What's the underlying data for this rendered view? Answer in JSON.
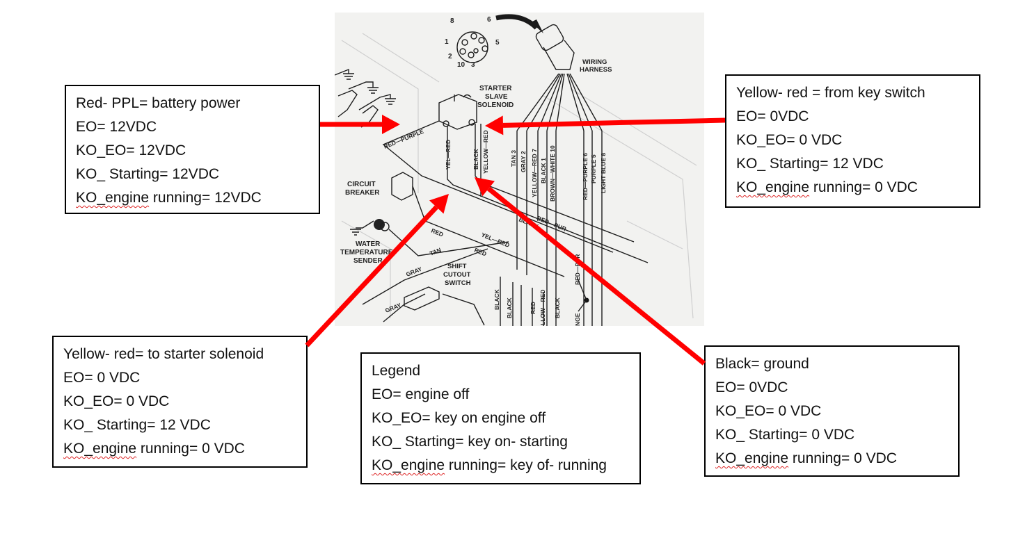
{
  "diagram": {
    "title": "Starter slave solenoid wiring diagram",
    "component_labels": {
      "starter_slave_solenoid": [
        "STARTER",
        "SLAVE",
        "SOLENOID"
      ],
      "wiring_harness": [
        "WIRING",
        "HARNESS"
      ],
      "circuit_breaker": [
        "CIRCUIT",
        "BREAKER"
      ],
      "water_temperature_sender": [
        "WATER",
        "TEMPERATURE",
        "SENDER"
      ],
      "shift_cutout_switch": [
        "SHIFT",
        "CUTOUT",
        "SWITCH"
      ]
    },
    "connector_pins": [
      "8",
      "6",
      "1",
      "5",
      "2",
      "10",
      "3"
    ],
    "wire_labels": {
      "red_purple": "RED—PURPLE",
      "yel_red": "YEL—RED",
      "black": "BLACK",
      "yellow_red": "YELLOW—RED",
      "tan_3": "TAN 3",
      "gray_2": "GRAY 2",
      "yellow_red_7": "YELLOW—RED 7",
      "black_1": "BLACK 1",
      "brown_white_10": "BROWN—WHITE 10",
      "red_purple_6": "RED—PURPLE 6",
      "purple_5": "PURPLE 5",
      "light_blue_8": "LIGHT BLUE 8",
      "red": "RED",
      "tan": "TAN",
      "gray": "GRAY",
      "red_pur": "RED—PUR",
      "black_diag": "BLACK",
      "yel_red_diag": "YEL—RED",
      "red_diag": "RED",
      "bottom_black_1": "BLACK",
      "bottom_black_2": "BLACK",
      "bottom_red": "RED",
      "bottom_yellow_red": "LLOW—RED",
      "bottom_black_3": "BLACK",
      "red_pur_vert": "RED—PUR",
      "orange": "NGE"
    }
  },
  "annotations": [
    {
      "id": "battery-power",
      "lines": [
        "Red- PPL= battery power",
        "EO= 12VDC",
        "KO_EO= 12VDC",
        "KO_ Starting= 12VDC"
      ],
      "last_prefix": "KO_engine",
      "last_suffix": " running= 12VDC"
    },
    {
      "id": "key-switch",
      "lines": [
        "Yellow- red = from key switch",
        "EO= 0VDC",
        "KO_EO= 0 VDC",
        "KO_ Starting= 12 VDC"
      ],
      "last_prefix": "KO_engine",
      "last_suffix": " running= 0 VDC"
    },
    {
      "id": "starter-solenoid",
      "lines": [
        "Yellow- red= to starter solenoid",
        "EO= 0 VDC",
        "KO_EO= 0 VDC",
        "KO_ Starting= 12 VDC"
      ],
      "last_prefix": "KO_engine",
      "last_suffix": " running= 0 VDC"
    },
    {
      "id": "legend",
      "lines": [
        "Legend",
        "EO= engine off",
        "KO_EO= key on engine off",
        "KO_ Starting= key on- starting"
      ],
      "last_prefix": "KO_engine",
      "last_suffix": " running= key of- running"
    },
    {
      "id": "ground",
      "lines": [
        "Black= ground",
        "EO= 0VDC",
        "KO_EO= 0 VDC",
        "KO_ Starting= 0 VDC"
      ],
      "last_prefix": "KO_engine",
      "last_suffix": " running= 0 VDC"
    }
  ],
  "colors": {
    "arrow": "#ff0000",
    "box_border": "#000000",
    "spell_squiggle": "#dd2222"
  }
}
